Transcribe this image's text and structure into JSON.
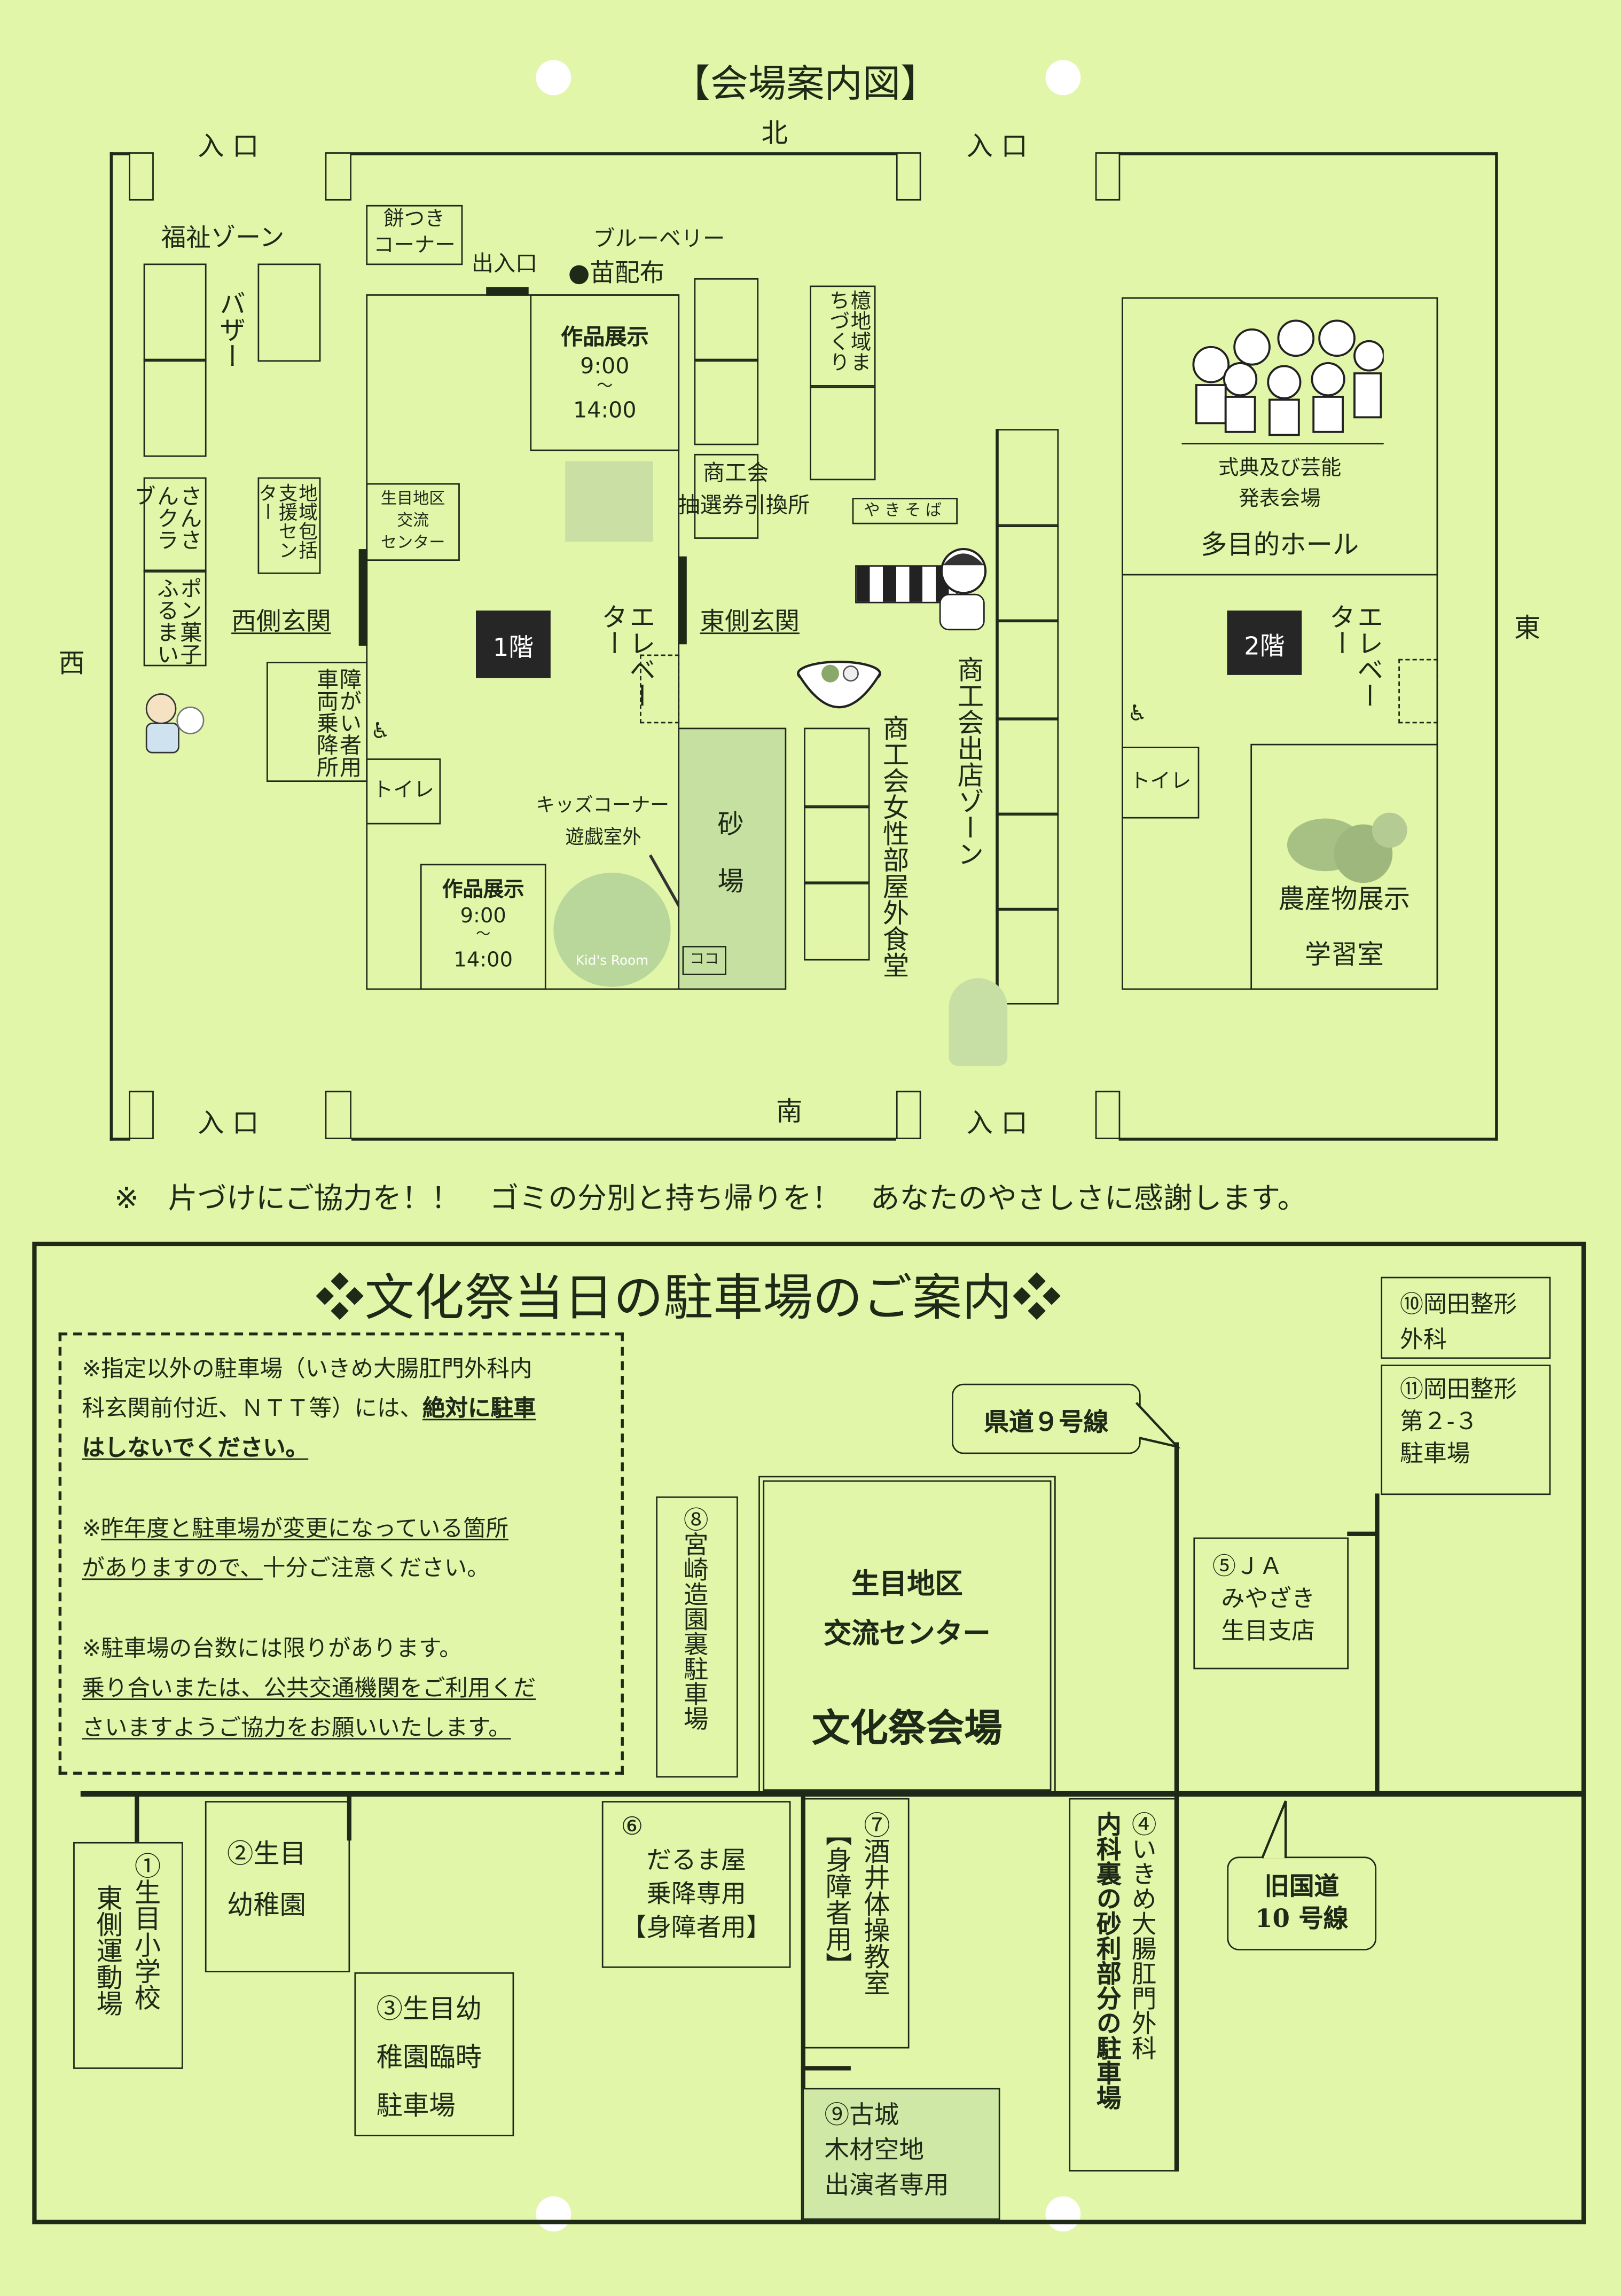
{
  "title": "【会場案内図】",
  "compass": {
    "north": "北",
    "south": "南",
    "west": "西",
    "east": "東"
  },
  "entrance": "入 口",
  "venue": {
    "welfare_zone": "福祉ゾーン",
    "bazaar": "バザー",
    "sansan_club": "さんさんクラブ",
    "ponkashi": "ポン菓子ふるまい",
    "community_support": "地域包括支援センター",
    "mochitsuki": [
      "餅つき",
      "コーナー"
    ],
    "exit_entrance": "出入口",
    "blueberry": [
      "ブルーベリー",
      "●苗配布"
    ],
    "exhibit_top": {
      "label": "作品展示",
      "start": "9:00",
      "sep": "〜",
      "end": "14:00"
    },
    "exhibit_bottom": {
      "label": "作品展示",
      "start": "9:00",
      "sep": "〜",
      "end": "14:00"
    },
    "center_small": [
      "生目地区",
      "交流",
      "センター"
    ],
    "west_entrance": "西側玄関",
    "east_entrance": "東側玄関",
    "floor1": "1階",
    "floor2": "2階",
    "elevator": "エレベーター",
    "accessible_dropoff": "障がい者用車両乗降所",
    "toilet": "トイレ",
    "kids_corner": [
      "キッズコーナー",
      "遊戯室外"
    ],
    "kids_room_logo": "Kid's Room",
    "here": "ココ",
    "sandbox": [
      "砂",
      "場"
    ],
    "chamber_lottery": [
      "商工会",
      "抽選券引換所"
    ],
    "aoki_town": "檍地域まちづくり",
    "yakisoba": "やきそば",
    "women_dining": "商工会女性部屋外食堂",
    "chamber_zone": "商工会出店ゾーン",
    "hall": {
      "line1": "式典及び芸能",
      "line2": "発表会場",
      "name": "多目的ホール"
    },
    "agri": [
      "農産物展示",
      "学習室"
    ]
  },
  "message": "※　片づけにご協力を！！　ゴミの分別と持ち帰りを！　あなたのやさしさに感謝します。",
  "parking": {
    "title": "❖文化祭当日の駐車場のご案内❖",
    "notes": [
      [
        "※指定以外の駐車場（いきめ大腸肛門外科内",
        "科玄関前付近、ＮＴＴ等）には、",
        "絶対に駐車",
        "はしないでください。"
      ],
      [
        "※",
        "昨年度と駐車場が変更になっている箇所",
        "がありますので、",
        "十分ご注意ください。"
      ],
      [
        "※駐車場の台数には限りがあります。",
        "乗り合いまたは、公共交通機関をご利用くだ",
        "さいますようご協力をお願いいたします。"
      ]
    ],
    "venue": {
      "line1": "生目地区",
      "line2": "交流センター",
      "main": "文化祭会場"
    },
    "road_prefectural": "県道９号線",
    "road_old_national": [
      "旧国道",
      "10 号線"
    ],
    "lots": {
      "p1": [
        "①生目小学校",
        "東側運動場"
      ],
      "p2": [
        "②生目",
        "幼稚園"
      ],
      "p3": [
        "③生目幼",
        "稚園臨時",
        "駐車場"
      ],
      "p4": [
        "④いきめ大腸肛門外科",
        "内科裏の砂利部分の駐車場"
      ],
      "p5": [
        "⑤ＪＡ",
        "みやざき",
        "生目支店"
      ],
      "p6": [
        "⑥",
        "だるま屋",
        "乗降専用",
        "【身障者用】"
      ],
      "p7": [
        "⑦酒井体操教室",
        "【身障者用】"
      ],
      "p8": "⑧宮崎造園裏駐車場",
      "p9": [
        "⑨古城",
        "木材空地",
        "出演者専用"
      ],
      "p10": [
        "⑩岡田整形",
        "外科"
      ],
      "p11": [
        "⑪岡田整形",
        "第２-３",
        "駐車場"
      ]
    }
  }
}
